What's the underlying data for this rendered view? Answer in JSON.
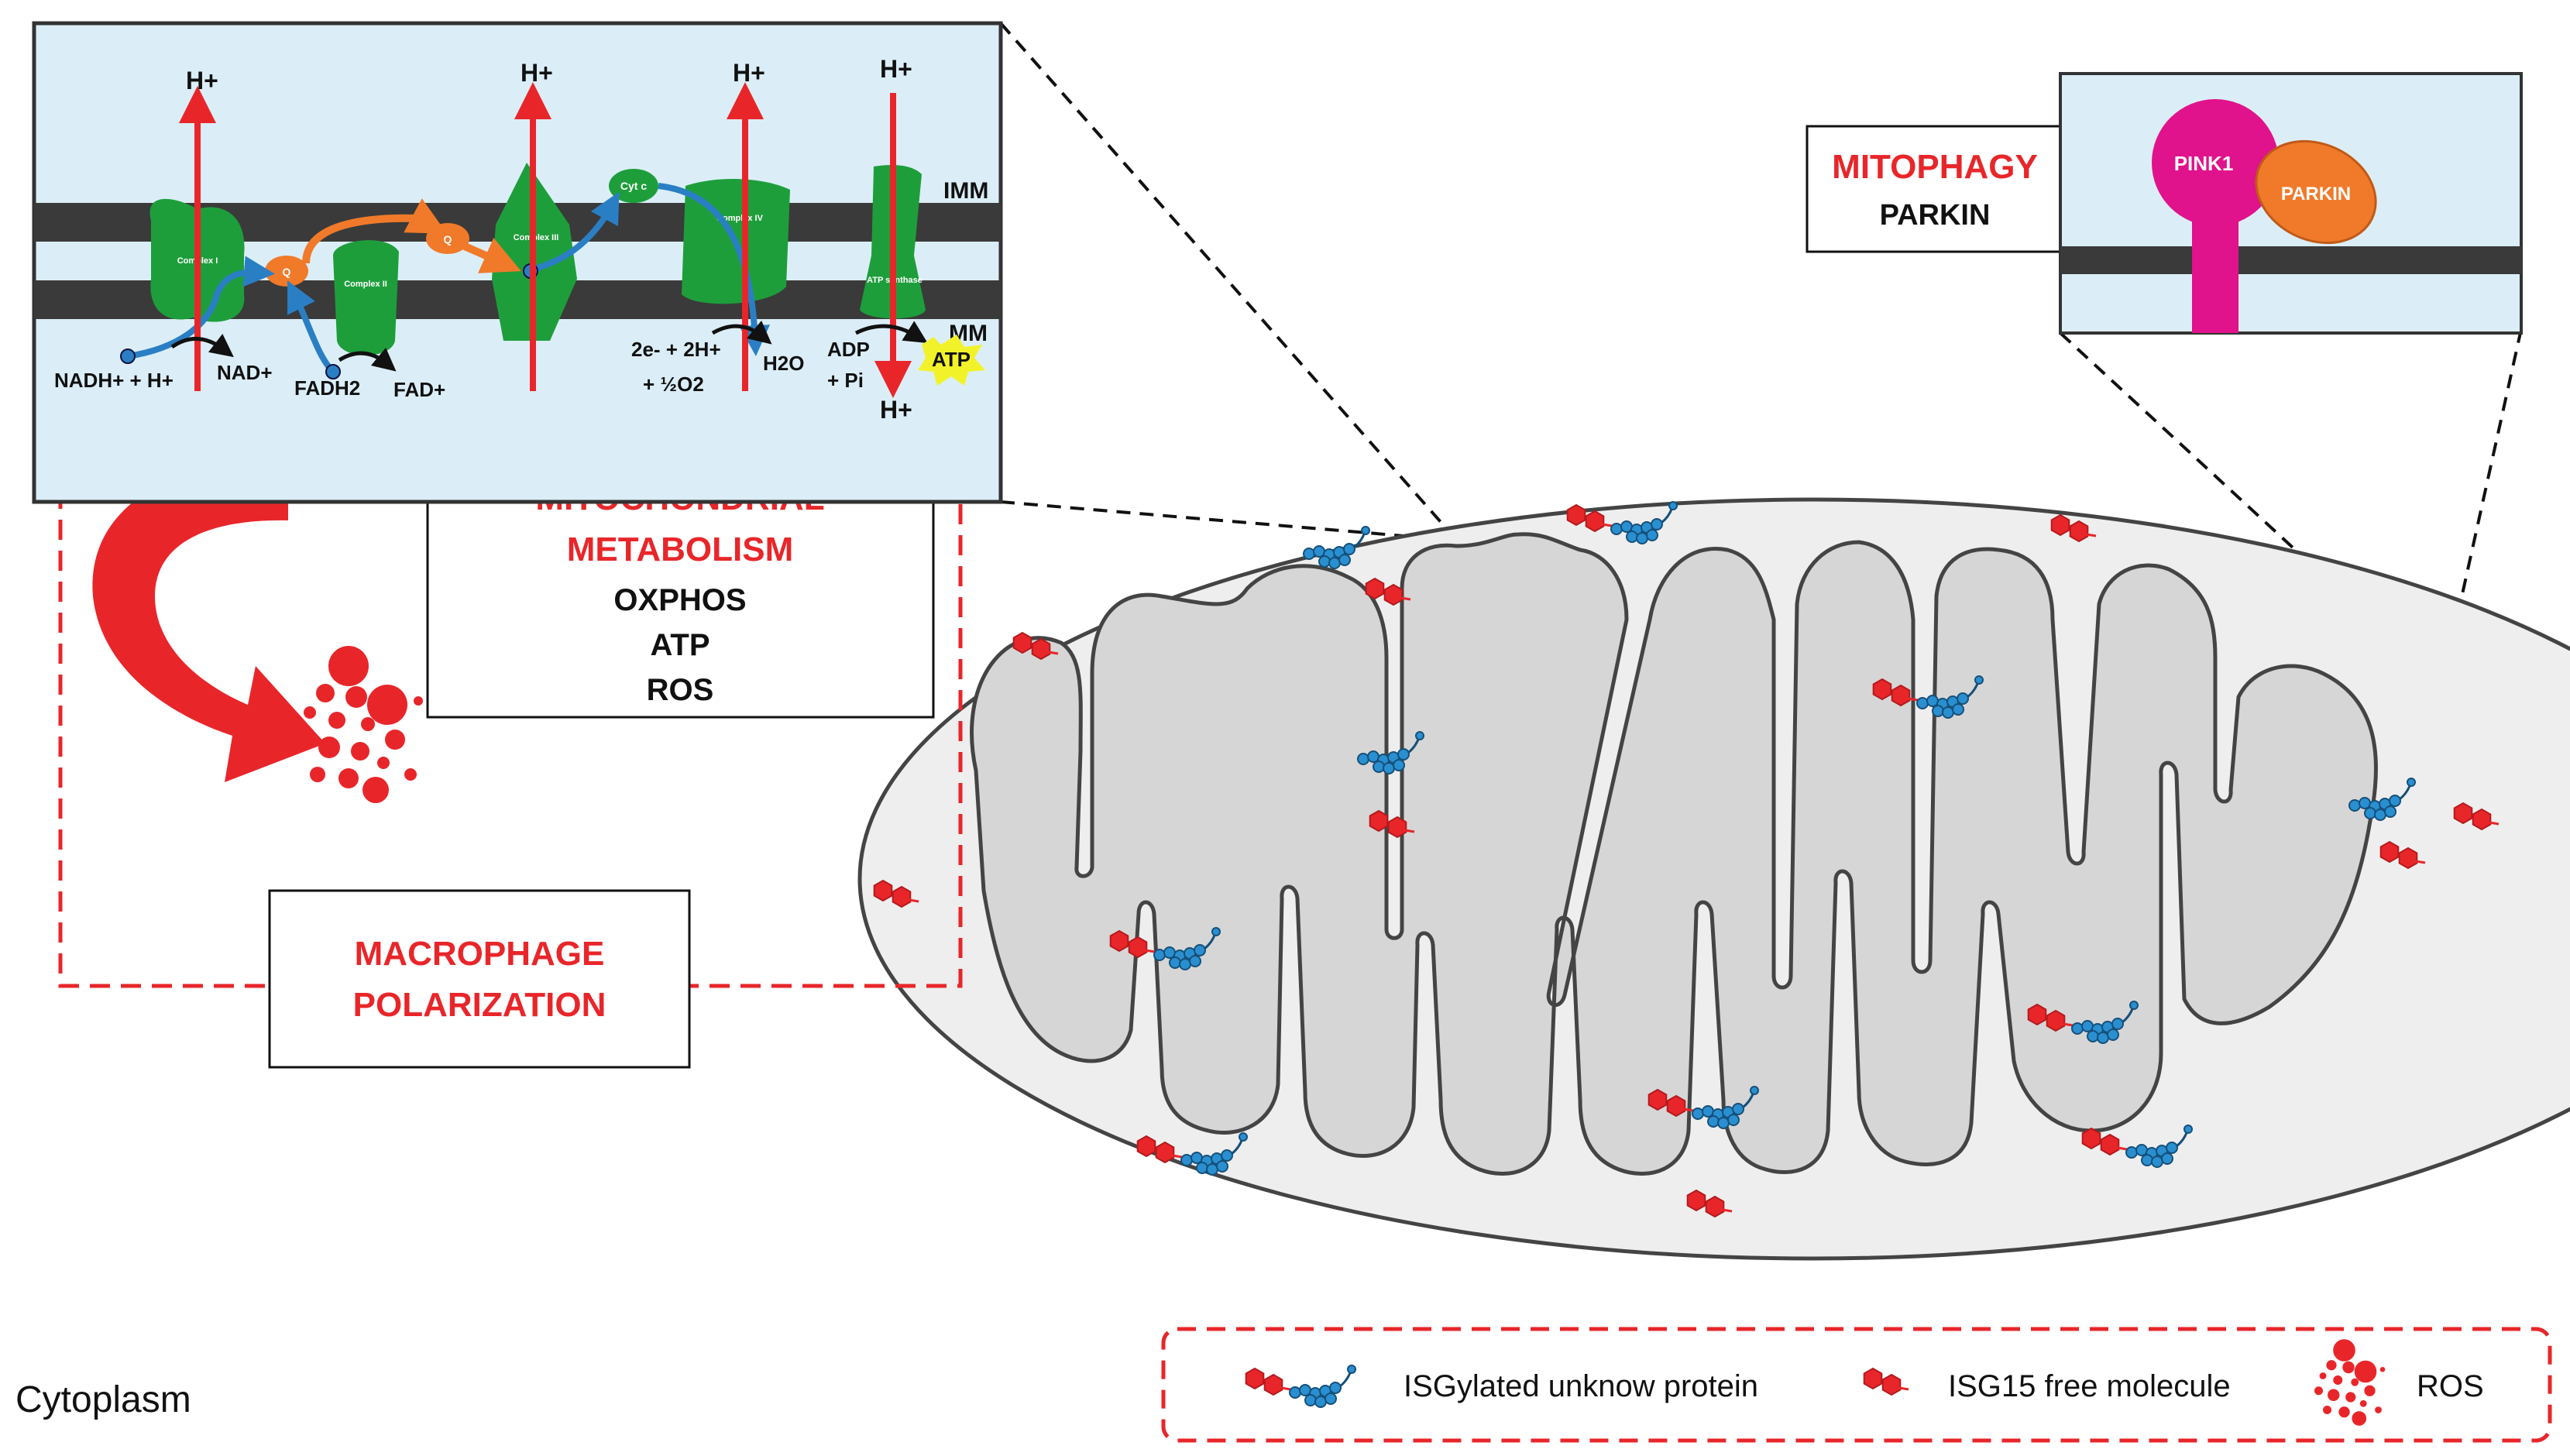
{
  "etc": {
    "h_plus": "H+",
    "imm": "IMM",
    "mm": "MM",
    "complex1": "Complex I",
    "complex2": "Complex II",
    "complex3": "Complex III",
    "complex4": "Complex IV",
    "atp_synthase": "ATP synthase",
    "q": "Q",
    "cytc": "Cyt c",
    "nadh": "NADH+ + H+",
    "nad": "NAD+",
    "fadh2": "FADH2",
    "fad": "FAD+",
    "e_2h": "2e- + 2H+",
    "half_o2": "+ ½O2",
    "h2o": "H2O",
    "adp": "ADP",
    "pi": "+ Pi",
    "atp": "ATP"
  },
  "metabolism_box": {
    "line1": "MITOCHONDRIAL",
    "line2": "METABOLISM",
    "line3": "OXPHOS",
    "line4": "ATP",
    "line5": "ROS"
  },
  "polarization_box": {
    "line1": "MACROPHAGE",
    "line2": "POLARIZATION"
  },
  "mitophagy": {
    "title": "MITOPHAGY",
    "subtitle": "PARKIN",
    "pink1": "PINK1",
    "parkin": "PARKIN"
  },
  "cytoplasm_label": "Cytoplasm",
  "legend": {
    "isgylated": "ISGylated unknow protein",
    "isg15_free": "ISG15 free molecule",
    "ros": "ROS"
  },
  "colors": {
    "red": "#e8262a",
    "green": "#1e9e3b",
    "blue": "#2a7fc4",
    "orange": "#f07a2a",
    "membrane": "#3a3a3a",
    "panel_bg": "#dbeef7",
    "pink": "#e0128c",
    "atp_yellow": "#f2f22a"
  }
}
